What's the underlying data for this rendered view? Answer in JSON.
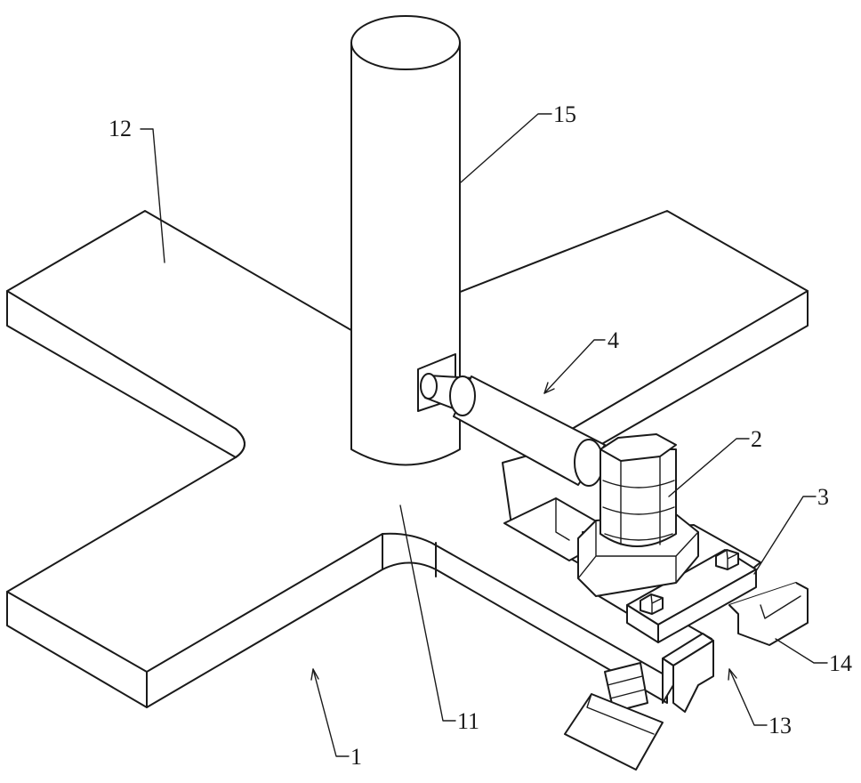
{
  "figure": {
    "labels": {
      "l1": "1",
      "l2": "2",
      "l3": "3",
      "l4": "4",
      "l11": "11",
      "l12": "12",
      "l13": "13",
      "l14": "14",
      "l15": "15"
    }
  }
}
